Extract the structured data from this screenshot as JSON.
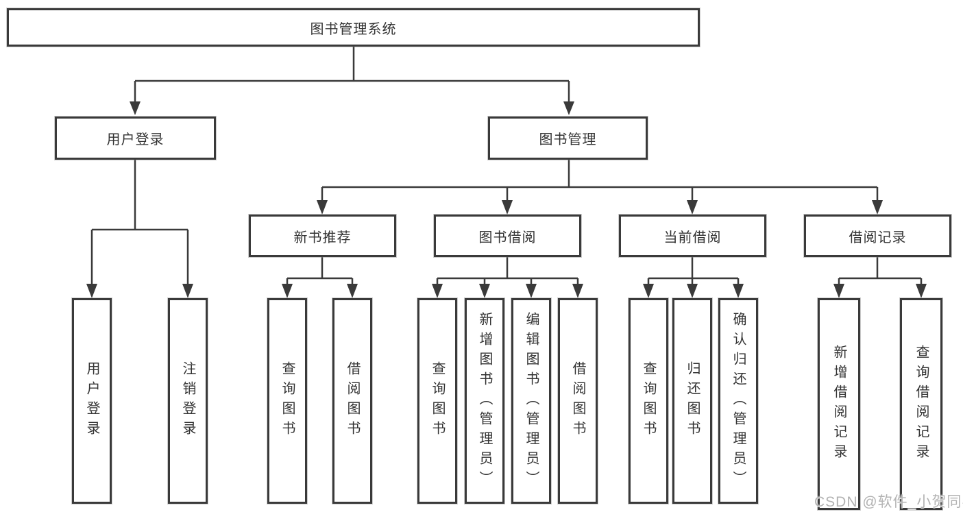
{
  "diagram": {
    "root": {
      "label": "图书管理系统"
    },
    "level2": [
      {
        "id": "user-login",
        "label": "用户登录"
      },
      {
        "id": "book-management",
        "label": "图书管理"
      }
    ],
    "level3": [
      {
        "id": "new-book-recommend",
        "label": "新书推荐",
        "parent": "图书管理"
      },
      {
        "id": "book-borrowing",
        "label": "图书借阅",
        "parent": "图书管理"
      },
      {
        "id": "current-borrowing",
        "label": "当前借阅",
        "parent": "图书管理"
      },
      {
        "id": "borrowing-records",
        "label": "借阅记录",
        "parent": "图书管理"
      }
    ],
    "leaves": [
      {
        "label": "用户登录",
        "parent": "用户登录"
      },
      {
        "label": "注销登录",
        "parent": "用户登录"
      },
      {
        "label": "查询图书",
        "parent": "新书推荐"
      },
      {
        "label": "借阅图书",
        "parent": "新书推荐"
      },
      {
        "label": "查询图书",
        "parent": "图书借阅"
      },
      {
        "label": "新增图书（管理员）",
        "parent": "图书借阅"
      },
      {
        "label": "编辑图书（管理员）",
        "parent": "图书借阅"
      },
      {
        "label": "借阅图书",
        "parent": "图书借阅"
      },
      {
        "label": "查询图书",
        "parent": "当前借阅"
      },
      {
        "label": "归还图书",
        "parent": "当前借阅"
      },
      {
        "label": "确认归还（管理员）",
        "parent": "当前借阅"
      },
      {
        "label": "新增借阅记录",
        "parent": "借阅记录"
      },
      {
        "label": "查询借阅记录",
        "parent": "借阅记录"
      }
    ]
  },
  "watermark": {
    "text": "CSDN @软件_小贺同学"
  },
  "colors": {
    "line": "#3a3a3a",
    "text": "#333333",
    "box_background": "#ffffff",
    "watermark": "#b3b3b3"
  }
}
